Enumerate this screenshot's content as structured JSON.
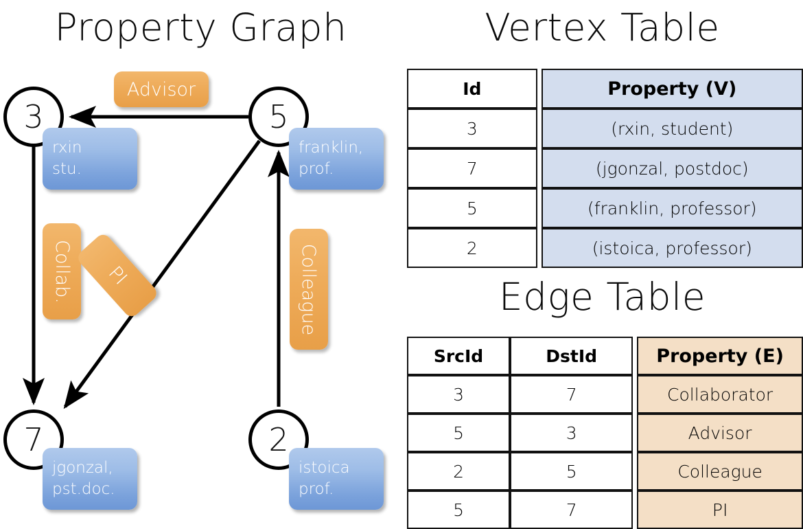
{
  "titles": {
    "property_graph": "Property Graph",
    "vertex_table": "Vertex Table",
    "edge_table": "Edge Table"
  },
  "graph": {
    "nodes": [
      {
        "id": "3",
        "name": "rxin",
        "role": "stu.",
        "line1": "rxin",
        "line2": "stu."
      },
      {
        "id": "5",
        "name": "franklin",
        "role": "prof.",
        "line1": "franklin,",
        "line2": "prof."
      },
      {
        "id": "7",
        "name": "jgonzal",
        "role": "pst.doc.",
        "line1": "jgonzal,",
        "line2": "pst.doc."
      },
      {
        "id": "2",
        "name": "istoica",
        "role": "prof.",
        "line1": "istoica",
        "line2": "prof."
      }
    ],
    "edge_labels": [
      {
        "key": "advisor",
        "label": "Advisor"
      },
      {
        "key": "collab",
        "label": "Collab."
      },
      {
        "key": "pi",
        "label": "PI"
      },
      {
        "key": "colleague",
        "label": "Colleague"
      }
    ]
  },
  "vertex_table": {
    "headers": [
      "Id",
      "Property (V)"
    ],
    "rows": [
      {
        "id": "3",
        "property": "(rxin, student)"
      },
      {
        "id": "7",
        "property": "(jgonzal, postdoc)"
      },
      {
        "id": "5",
        "property": "(franklin, professor)"
      },
      {
        "id": "2",
        "property": "(istoica, professor)"
      }
    ]
  },
  "edge_table": {
    "headers": [
      "SrcId",
      "DstId",
      "Property (E)"
    ],
    "rows": [
      {
        "src": "3",
        "dst": "7",
        "property": "Collaborator"
      },
      {
        "src": "5",
        "dst": "3",
        "property": "Advisor"
      },
      {
        "src": "2",
        "dst": "5",
        "property": "Colleague"
      },
      {
        "src": "5",
        "dst": "7",
        "property": "PI"
      }
    ]
  },
  "colors": {
    "vertex_property_fill": "#d3ddee",
    "edge_property_fill": "#f4dfc6",
    "vertex_box_blue": "#7ca3dc",
    "edge_box_orange": "#eeab59",
    "stroke": "#111111"
  }
}
